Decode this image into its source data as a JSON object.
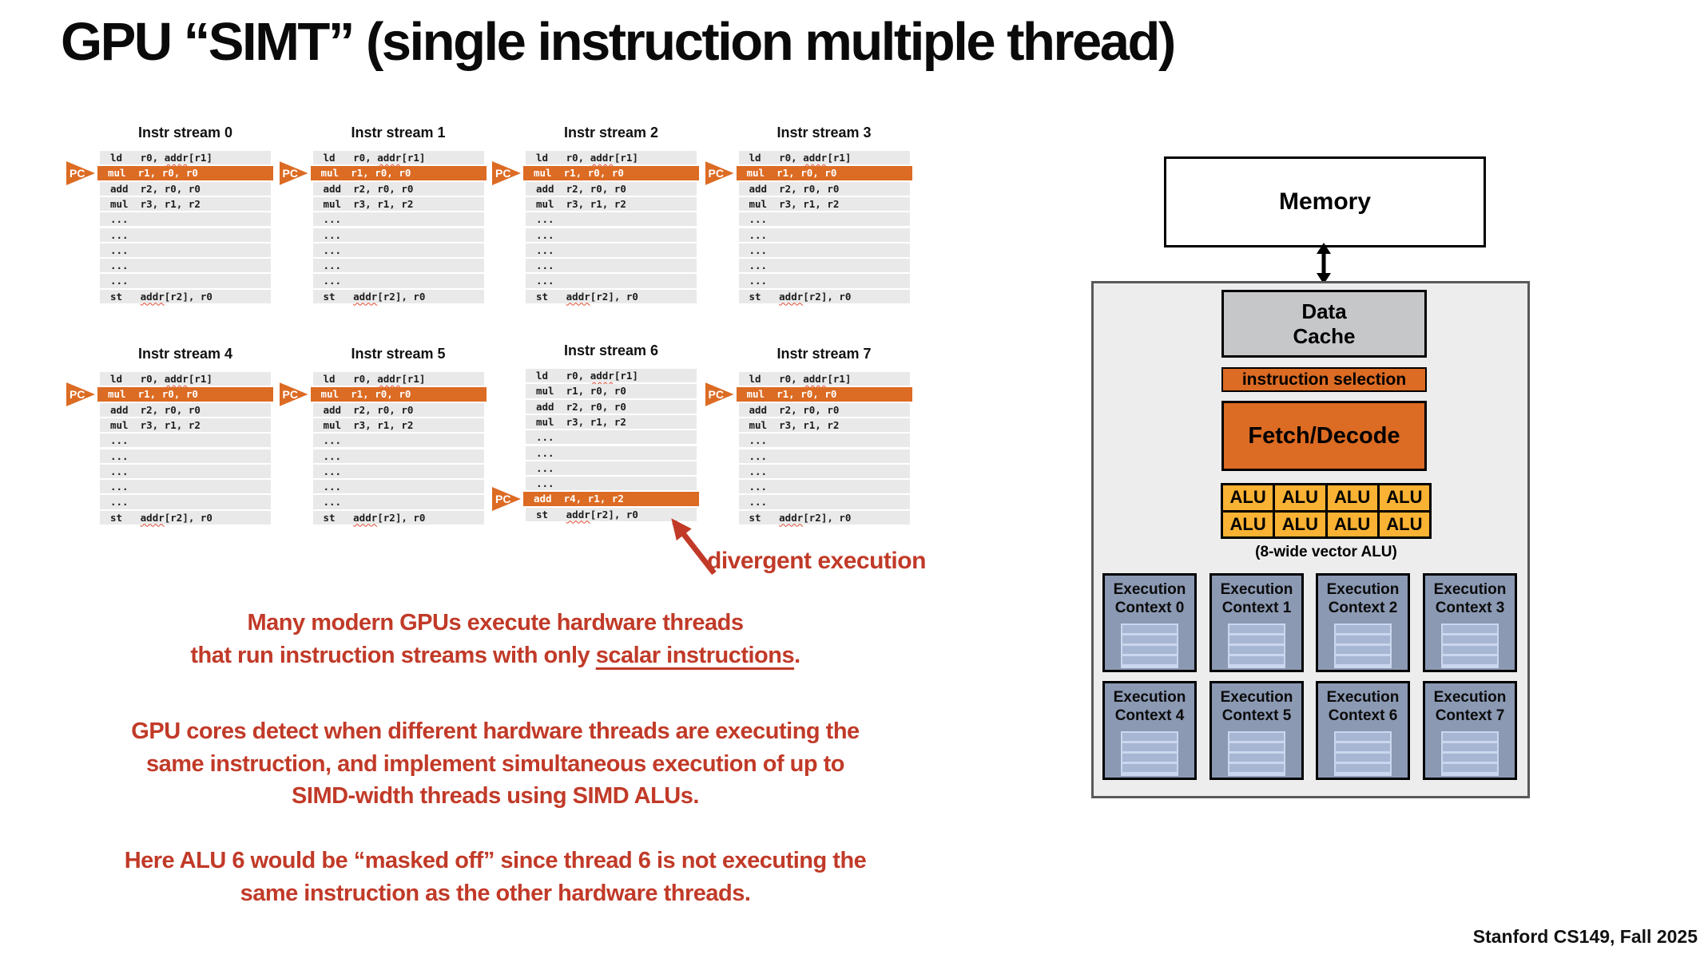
{
  "slide": {
    "title": "GPU “SIMT” (single instruction multiple thread)",
    "footer": "Stanford CS149, Fall 2025"
  },
  "pc_label": "PC",
  "streams": [
    {
      "label": "Instr stream 0",
      "pc_row": 1,
      "rows": [
        "ld   r0, addr[r1]",
        "mul  r1, r0, r0",
        "add  r2, r0, r0",
        "mul  r3, r1, r2",
        "...",
        "...",
        "...",
        "...",
        "...",
        "st   addr[r2], r0"
      ]
    },
    {
      "label": "Instr stream 1",
      "pc_row": 1,
      "rows": [
        "ld   r0, addr[r1]",
        "mul  r1, r0, r0",
        "add  r2, r0, r0",
        "mul  r3, r1, r2",
        "...",
        "...",
        "...",
        "...",
        "...",
        "st   addr[r2], r0"
      ]
    },
    {
      "label": "Instr stream 2",
      "pc_row": 1,
      "rows": [
        "ld   r0, addr[r1]",
        "mul  r1, r0, r0",
        "add  r2, r0, r0",
        "mul  r3, r1, r2",
        "...",
        "...",
        "...",
        "...",
        "...",
        "st   addr[r2], r0"
      ]
    },
    {
      "label": "Instr stream 3",
      "pc_row": 1,
      "rows": [
        "ld   r0, addr[r1]",
        "mul  r1, r0, r0",
        "add  r2, r0, r0",
        "mul  r3, r1, r2",
        "...",
        "...",
        "...",
        "...",
        "...",
        "st   addr[r2], r0"
      ]
    },
    {
      "label": "Instr stream 4",
      "pc_row": 1,
      "rows": [
        "ld   r0, addr[r1]",
        "mul  r1, r0, r0",
        "add  r2, r0, r0",
        "mul  r3, r1, r2",
        "...",
        "...",
        "...",
        "...",
        "...",
        "st   addr[r2], r0"
      ]
    },
    {
      "label": "Instr stream 5",
      "pc_row": 1,
      "rows": [
        "ld   r0, addr[r1]",
        "mul  r1, r0, r0",
        "add  r2, r0, r0",
        "mul  r3, r1, r2",
        "...",
        "...",
        "...",
        "...",
        "...",
        "st   addr[r2], r0"
      ]
    },
    {
      "label": "Instr stream 6",
      "pc_row": 8,
      "rows": [
        "ld   r0, addr[r1]",
        "mul  r1, r0, r0",
        "add  r2, r0, r0",
        "mul  r3, r1, r2",
        "...",
        "...",
        "...",
        "...",
        "add  r4, r1, r2",
        "st   addr[r2], r0"
      ]
    },
    {
      "label": "Instr stream 7",
      "pc_row": 1,
      "rows": [
        "ld   r0, addr[r1]",
        "mul  r1, r0, r0",
        "add  r2, r0, r0",
        "mul  r3, r1, r2",
        "...",
        "...",
        "...",
        "...",
        "...",
        "st   addr[r2], r0"
      ]
    }
  ],
  "divergent": {
    "label": "divergent execution"
  },
  "notes": [
    {
      "lines": [
        [
          {
            "t": "Many modern GPUs execute hardware threads"
          }
        ],
        [
          {
            "t": "that run instruction streams with only "
          },
          {
            "t": "scalar instructions",
            "u": true
          },
          {
            "t": "."
          }
        ]
      ]
    },
    {
      "lines": [
        [
          {
            "t": "GPU cores detect when different hardware threads are executing the"
          }
        ],
        [
          {
            "t": "same instruction, and implement simultaneous execution of up to"
          }
        ],
        [
          {
            "t": "SIMD-width threads using SIMD ALUs."
          }
        ]
      ]
    },
    {
      "lines": [
        [
          {
            "t": "Here ALU 6 would be “masked off” since thread 6 is not executing the"
          }
        ],
        [
          {
            "t": "same instruction as the other hardware threads."
          }
        ]
      ]
    }
  ],
  "diagram": {
    "memory_label": "Memory",
    "data_cache_lines": [
      "Data",
      "Cache"
    ],
    "instruction_selection_label": "instruction selection",
    "fetch_decode_label": "Fetch/Decode",
    "alu_label": "ALU",
    "alu_count": 8,
    "vector_alu_caption": "(8-wide vector ALU)",
    "execution_contexts": [
      "Execution Context 0",
      "Execution Context 1",
      "Execution Context 2",
      "Execution Context 3",
      "Execution Context 4",
      "Execution Context 5",
      "Execution Context 6",
      "Execution Context 7"
    ]
  },
  "colors": {
    "orange": "#DC6B23",
    "alu_yellow": "#F9B233",
    "context_slate": "#8B99B3",
    "register_blue": "#A7B6D2",
    "register_line": "#CBD7EE",
    "row_gray": "#E9E9E9",
    "annotation_red": "#C13A28",
    "cache_gray": "#C6C7C9",
    "core_background": "#EDEDED"
  }
}
